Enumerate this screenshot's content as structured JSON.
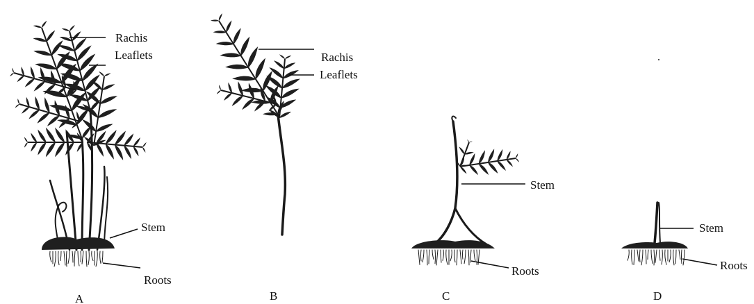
{
  "panels": [
    {
      "letter": "A",
      "labels": {
        "rachis": "Rachis",
        "leaflets": "Leaflets",
        "stem": "Stem",
        "roots": "Roots"
      }
    },
    {
      "letter": "B",
      "labels": {
        "rachis": "Rachis",
        "leaflets": "Leaflets"
      }
    },
    {
      "letter": "C",
      "labels": {
        "stem": "Stem",
        "roots": "Roots"
      }
    },
    {
      "letter": "D",
      "labels": {
        "stem": "Stem",
        "roots": "Roots"
      }
    }
  ],
  "colors": {
    "ink": "#1f1f1f",
    "background": "#ffffff"
  }
}
